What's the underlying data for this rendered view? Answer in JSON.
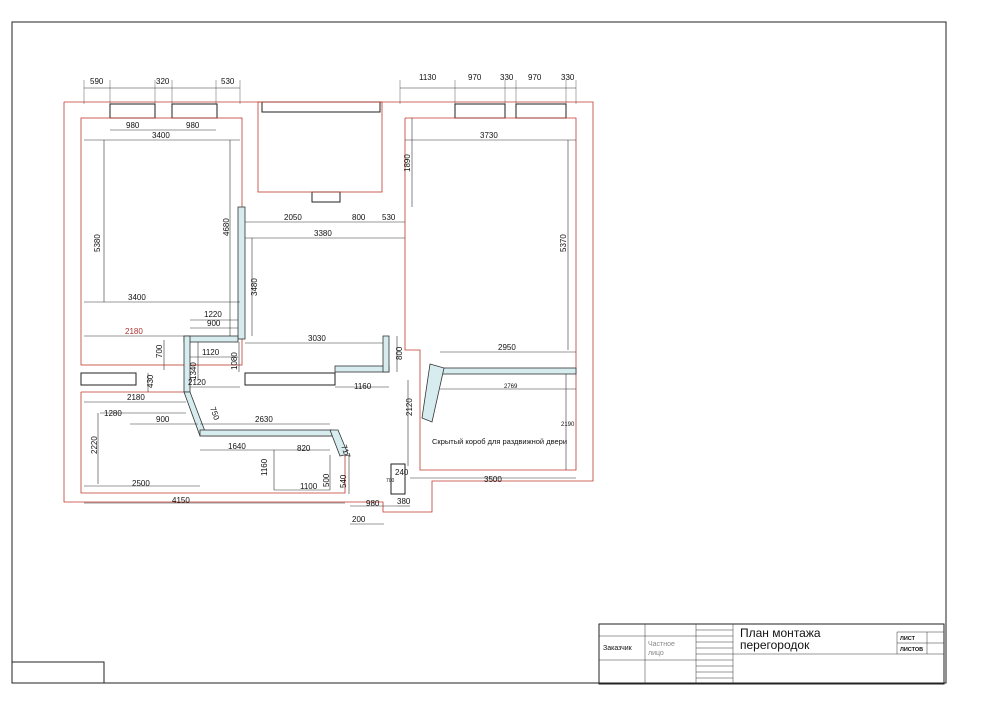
{
  "title_block": {
    "drawing_title_line1": "План монтажа",
    "drawing_title_line2": "перегородок",
    "customer_label": "Заказчик",
    "customer_value": "Частное лицо",
    "sheet_label": "ЛИСТ",
    "sheets_label": "ЛИСТОВ"
  },
  "annotation": {
    "hidden_box": "Скрытый короб для раздвижной двери"
  },
  "dims": {
    "top_590": "590",
    "top_320": "320",
    "top_530": "530",
    "top_1130": "1130",
    "top_970a": "970",
    "top_330a": "330",
    "top_970b": "970",
    "top_330b": "330",
    "w980a": "980",
    "w980b": "980",
    "w3400a": "3400",
    "w3730": "3730",
    "v1890": "1890",
    "v5380": "5380",
    "v4680": "4680",
    "v5370": "5370",
    "h2050": "2050",
    "h800a": "800",
    "h530": "530",
    "h3380": "3380",
    "v3480": "3480",
    "h3400b": "3400",
    "h2180red": "2180",
    "h1220": "1220",
    "h900a": "900",
    "v700": "700",
    "h1120": "1120",
    "h3030": "3030",
    "v800": "800",
    "h2950": "2950",
    "v1340": "1340",
    "v1080": "1080",
    "v430": "430",
    "h2120a": "2120",
    "h1160a": "1160",
    "h2769": "2769",
    "h2180b": "2180",
    "h1280": "1280",
    "h900b": "900",
    "d750": "750",
    "h2630": "2630",
    "v2120": "2120",
    "v2190": "2190",
    "v2220": "2220",
    "h1640": "1640",
    "h820": "820",
    "d717": "717",
    "v1160": "1160",
    "h240": "240",
    "h3500": "3500",
    "h2500": "2500",
    "h1100": "1100",
    "v500": "500",
    "v540": "540",
    "v700b": "700",
    "h4150": "4150",
    "h980c": "980",
    "h380": "380",
    "h200": "200"
  }
}
